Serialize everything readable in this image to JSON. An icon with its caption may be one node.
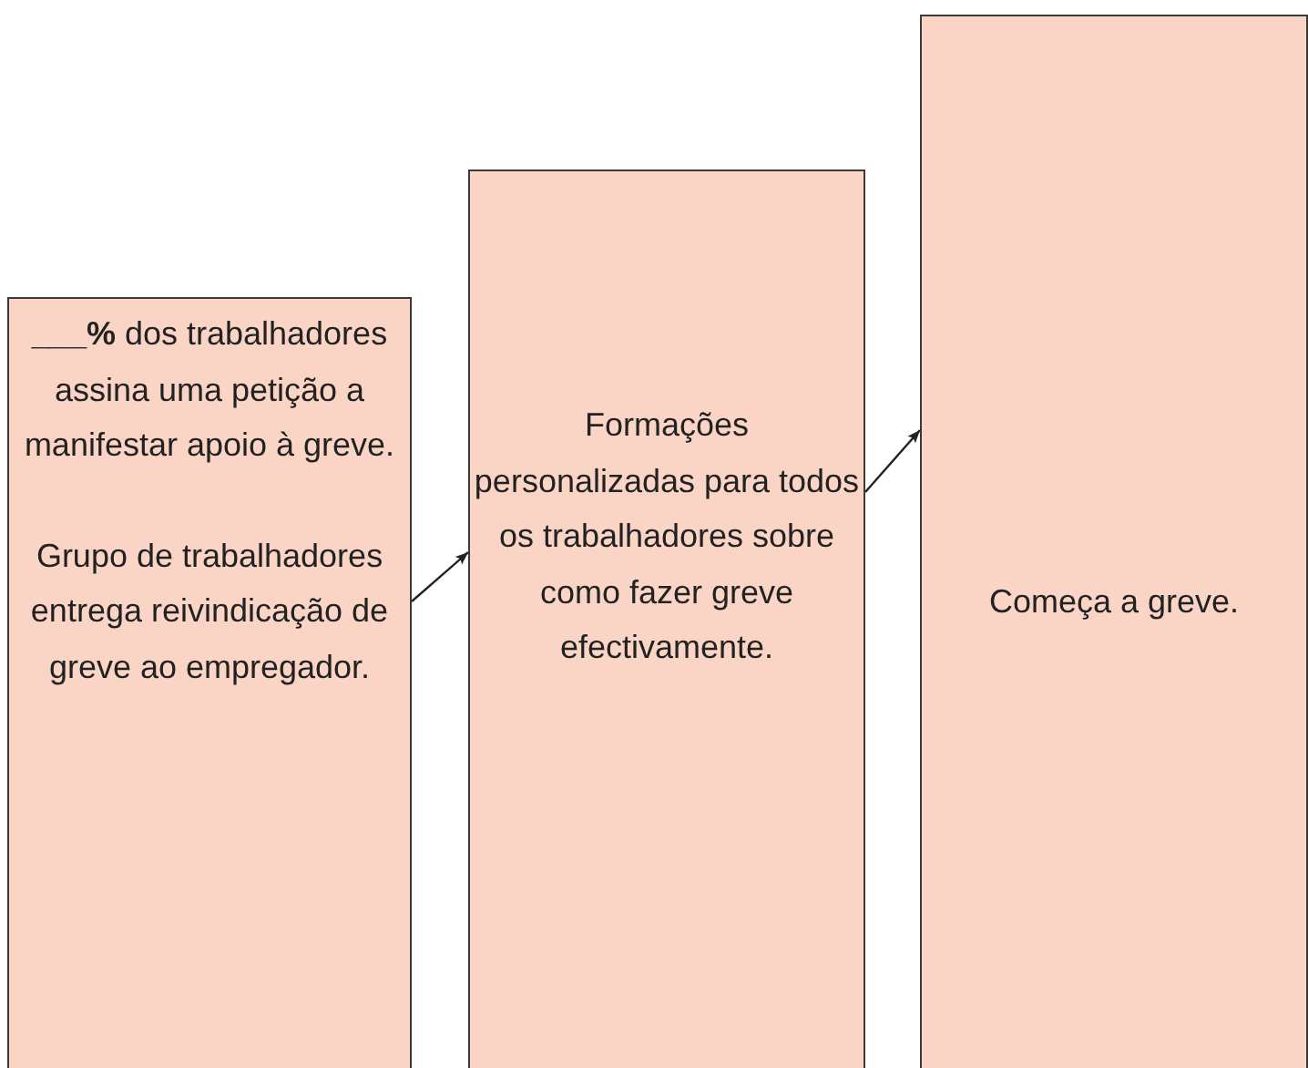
{
  "diagram": {
    "nodes": [
      {
        "text": [
          "**___%** dos trabalhadores assina uma petição a manifestar apoio à greve.",
          "Grupo de trabalhadores entrega reivindicação de greve ao empregador."
        ]
      },
      {
        "text": [
          "Formações personalizadas para todos os trabalhadores sobre como fazer greve efectivamente."
        ]
      },
      {
        "text": [
          "Começa a greve."
        ]
      }
    ],
    "edges": [
      {
        "from": 0,
        "to": 1,
        "arrow": "to"
      },
      {
        "from": 1,
        "to": 2,
        "arrow": "to"
      }
    ]
  }
}
